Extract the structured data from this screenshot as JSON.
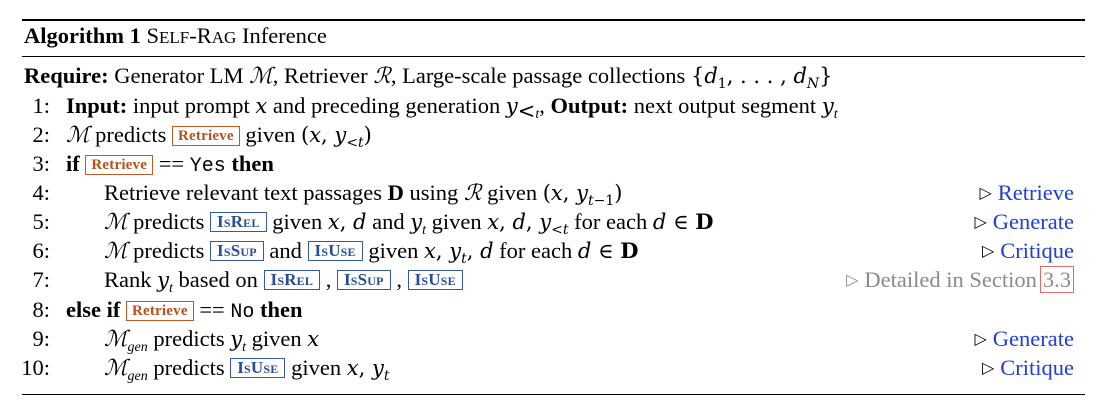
{
  "algorithm": {
    "label": "Algorithm 1",
    "title_sc_1": "S",
    "title_sc_2": "ELF",
    "title_dash": "-",
    "title_sc_3": "R",
    "title_sc_4": "AG",
    "title_rest": " Inference"
  },
  "require": {
    "label": "Require:",
    "text_1": " Generator LM ",
    "text_2": ", Retriever ",
    "text_3": ", Large-scale passage collections "
  },
  "tokens": {
    "retrieve": "Retrieve",
    "isrel": "IsRel",
    "issup": "IsSup",
    "isuse": "IsUse"
  },
  "lines": [
    {
      "num": "1:",
      "input_label": "Input:",
      "t1": " input prompt ",
      "t2": " and preceding generation ",
      "output_label": " Output:",
      "t3": " next output segment "
    },
    {
      "num": "2:",
      "t1": " predicts ",
      "t2": " given "
    },
    {
      "num": "3:",
      "kw_if": "if",
      "t1": " == ",
      "mono": "Yes",
      "kw_then": " then"
    },
    {
      "num": "4:",
      "t1": "Retrieve relevant text passages ",
      "t2": " using ",
      "t3": " given ",
      "comment": "Retrieve"
    },
    {
      "num": "5:",
      "t1": " predicts ",
      "t2": " given ",
      "t3": " and ",
      "t4": " given ",
      "t5": " for each ",
      "comment": "Generate"
    },
    {
      "num": "6:",
      "t1": " predicts ",
      "t2": " and ",
      "t3": " given ",
      "t4": " for each ",
      "comment": "Critique"
    },
    {
      "num": "7:",
      "t1": "Rank ",
      "t2": " based on ",
      "comma": " , ",
      "comment": "Detailed in Section",
      "section": "3.3"
    },
    {
      "num": "8:",
      "kw_elseif": "else if",
      "t1": " == ",
      "mono": "No",
      "kw_then": " then"
    },
    {
      "num": "9:",
      "t1": " predicts ",
      "t2": " given ",
      "comment": "Generate"
    },
    {
      "num": "10:",
      "t1": " predicts ",
      "t2": " given ",
      "comment": "Critique"
    }
  ],
  "colors": {
    "retrieve_token": "#c15a24",
    "critique_token": "#3658a8",
    "comment_link": "#1f3fd6",
    "comment_gray": "#8a8a8a",
    "section_box": "#e36a6a"
  }
}
